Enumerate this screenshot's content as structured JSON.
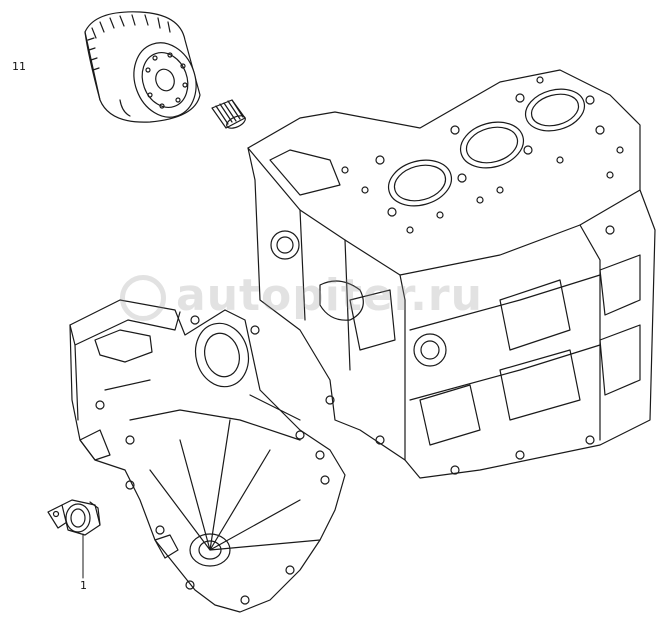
{
  "callouts": {
    "oil_filter": "11",
    "sensor": "1"
  },
  "watermark": {
    "text": "autopiter.ru"
  },
  "colors": {
    "line": "#1a1a1a",
    "watermark": "#969696"
  }
}
